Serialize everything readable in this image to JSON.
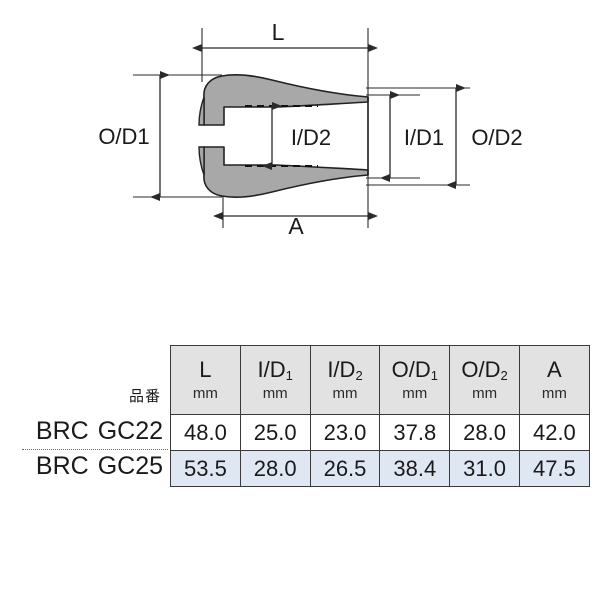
{
  "drawing": {
    "title": "grip-cap-cross-section",
    "dimension_labels": {
      "length": "L",
      "inner_diameter_1": "I/D1",
      "inner_diameter_2": "I/D2",
      "outer_diameter_1": "O/D1",
      "outer_diameter_2": "O/D2",
      "a": "A"
    },
    "label_text": {
      "L": "L",
      "ID1": "I/D1",
      "ID2": "I/D2",
      "OD1": "O/D1",
      "OD2": "O/D2",
      "A": "A"
    },
    "colors": {
      "part_fill": "#a8a8a8",
      "outline": "#222222",
      "dimension_line": "#2a2a2a"
    }
  },
  "table": {
    "part_number_label": "品番",
    "columns": [
      {
        "name": "L",
        "base": "L",
        "sub": "",
        "unit": "mm"
      },
      {
        "name": "I/D1",
        "base": "I/D",
        "sub": "1",
        "unit": "mm"
      },
      {
        "name": "I/D2",
        "base": "I/D",
        "sub": "2",
        "unit": "mm"
      },
      {
        "name": "O/D1",
        "base": "O/D",
        "sub": "1",
        "unit": "mm"
      },
      {
        "name": "O/D2",
        "base": "O/D",
        "sub": "2",
        "unit": "mm"
      },
      {
        "name": "A",
        "base": "A",
        "sub": "",
        "unit": "mm"
      }
    ],
    "rows": [
      {
        "brand": "BRC",
        "model": "GC22",
        "values": [
          "48.0",
          "25.0",
          "23.0",
          "37.8",
          "28.0",
          "42.0"
        ]
      },
      {
        "brand": "BRC",
        "model": "GC25",
        "values": [
          "53.5",
          "28.0",
          "26.5",
          "38.4",
          "31.0",
          "47.5"
        ]
      }
    ],
    "colors": {
      "header_bg": "#e2e2e2",
      "row_even_bg": "#ffffff",
      "row_odd_bg": "#dfe7f3",
      "border": "#3a3a3a"
    }
  }
}
